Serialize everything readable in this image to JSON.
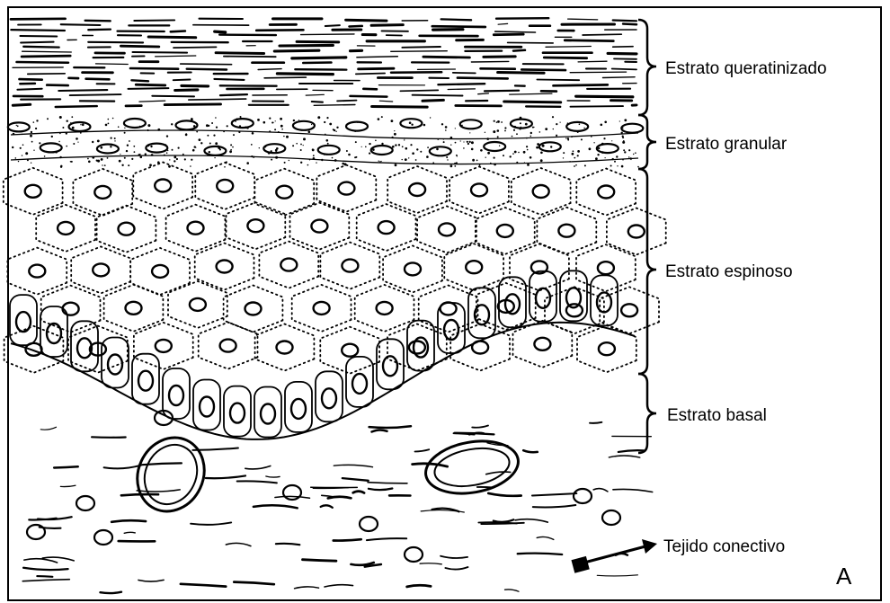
{
  "labels": {
    "stratum_corneum": "Estrato queratinizado",
    "stratum_granulosum": "Estrato granular",
    "stratum_spinosum": "Estrato espinoso",
    "stratum_basale": "Estrato basal",
    "connective_tissue": "Tejido conectivo"
  },
  "panel_letter": "A",
  "colors": {
    "ink": "#000000",
    "background": "#ffffff"
  }
}
